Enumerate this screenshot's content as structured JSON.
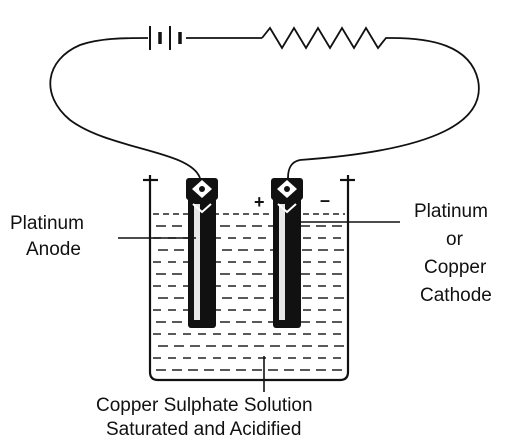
{
  "labels": {
    "anode_line1": "Platinum",
    "anode_line2": "Anode",
    "cathode_line1": "Platinum",
    "cathode_line2": "or",
    "cathode_line3": "Copper",
    "cathode_line4": "Cathode",
    "solution_line1": "Copper Sulphate Solution",
    "solution_line2": "Saturated and Acidified",
    "plus_sign": "+",
    "minus_sign": "–"
  },
  "colors": {
    "ink": "#111111",
    "background": "#ffffff"
  },
  "components": {
    "battery_icon": "battery-cell-symbol",
    "resistor_icon": "resistor-zigzag-symbol"
  }
}
